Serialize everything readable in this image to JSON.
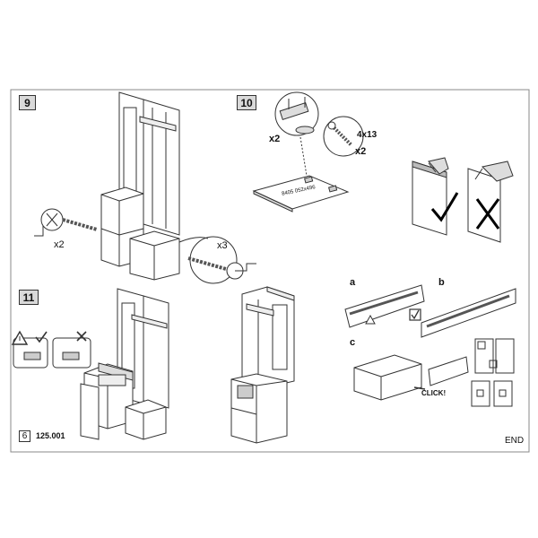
{
  "steps": {
    "s9": {
      "number": "9",
      "qty_left": "x2",
      "qty_right": "x3"
    },
    "s10": {
      "number": "10",
      "qty_hinge": "x2",
      "screw_size": "4x13",
      "qty_screw": "x2",
      "door_label": "8405 052x496"
    },
    "s11": {
      "number": "11"
    }
  },
  "drawer_guide": {
    "label_a": "a",
    "label_b": "b",
    "label_c": "c",
    "click_text": "CLICK!"
  },
  "footer": {
    "page_number": "6",
    "code": "125.001",
    "end_text": "END"
  },
  "icons": [
    "warning-icon",
    "check-icon",
    "cross-icon",
    "crank-tool-icon",
    "drill-icon",
    "screw-icon",
    "hinge-icon"
  ]
}
